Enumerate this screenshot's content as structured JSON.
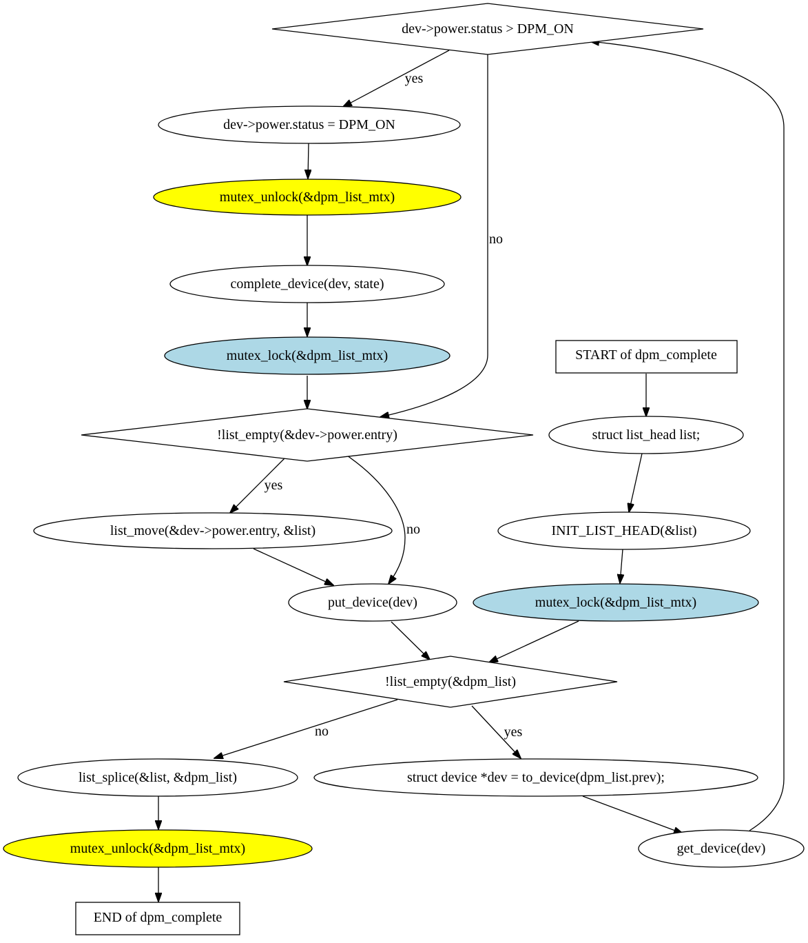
{
  "colors": {
    "unlock_fill": "#ffff00",
    "lock_fill": "#add8e6",
    "default_fill": "#ffffff",
    "stroke": "#000000"
  },
  "nodes": {
    "cond_status": "dev->power.status > DPM_ON",
    "set_status": "dev->power.status = DPM_ON",
    "unlock_1": "mutex_unlock(&dpm_list_mtx)",
    "complete_device": "complete_device(dev, state)",
    "lock_1": "mutex_lock(&dpm_list_mtx)",
    "cond_entry": "!list_empty(&dev->power.entry)",
    "list_move": "list_move(&dev->power.entry, &list)",
    "put_device": "put_device(dev)",
    "start": "START of dpm_complete",
    "decl_list": "struct list_head list;",
    "init_list": "INIT_LIST_HEAD(&list)",
    "lock_2": "mutex_lock(&dpm_list_mtx)",
    "cond_list": "!list_empty(&dpm_list)",
    "splice": "list_splice(&list, &dpm_list)",
    "to_device": "struct device *dev = to_device(dpm_list.prev);",
    "unlock_2": "mutex_unlock(&dpm_list_mtx)",
    "get_device": "get_device(dev)",
    "end": "END of dpm_complete"
  },
  "edge_labels": {
    "status_yes": "yes",
    "status_no": "no",
    "entry_yes": "yes",
    "entry_no": "no",
    "list_no": "no",
    "list_yes": "yes"
  }
}
